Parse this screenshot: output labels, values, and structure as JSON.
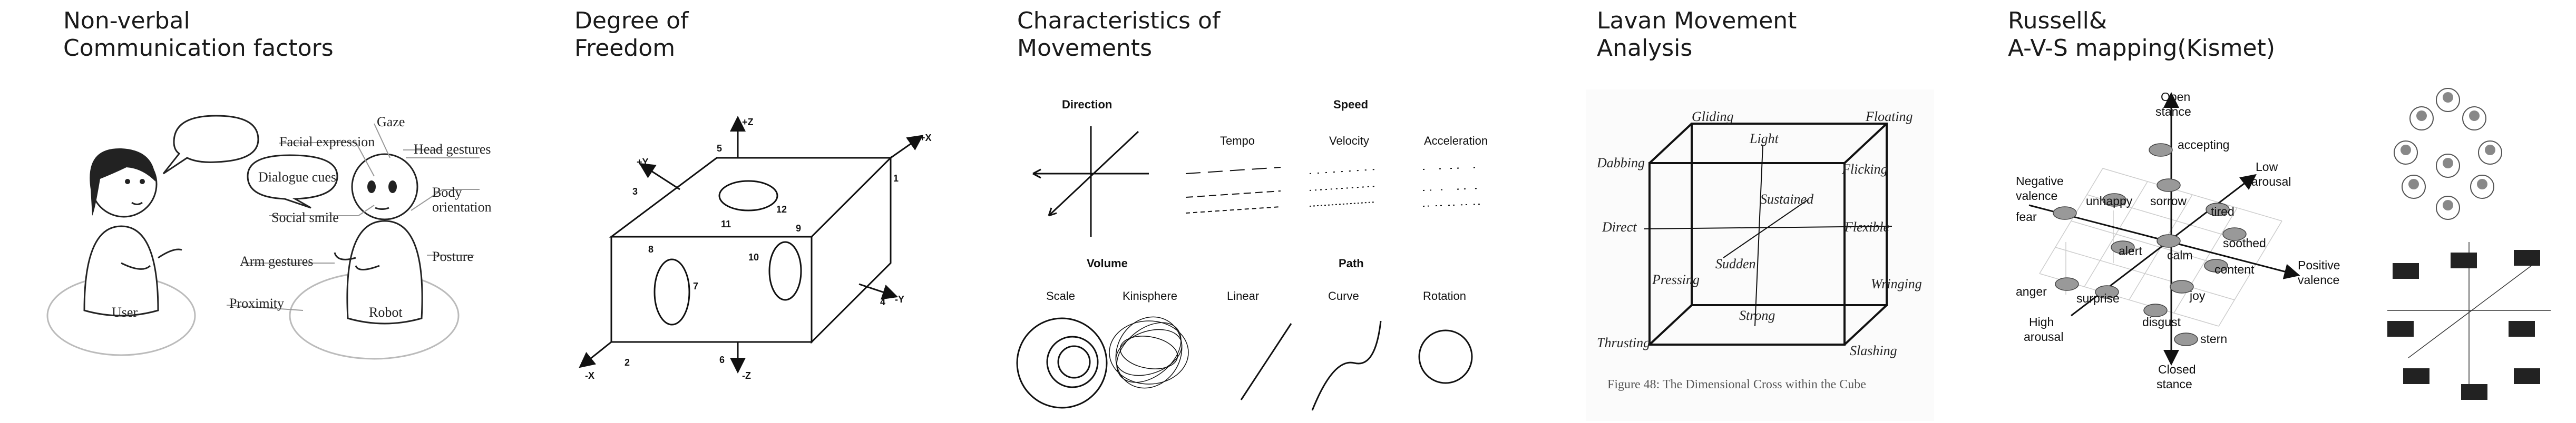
{
  "panels": {
    "nonverbal": {
      "title_line1": "Non-verbal",
      "title_line2": "Communication factors",
      "labels": {
        "gaze": "Gaze",
        "facial": "Facial expression",
        "head": "Head gestures",
        "dialogue": "Dialogue cues",
        "body1": "Body",
        "body2": "orientation",
        "smile": "Social smile",
        "posture": "Posture",
        "arm": "Arm gestures",
        "proximity": "Proximity",
        "user": "User",
        "robot": "Robot"
      }
    },
    "dof": {
      "title_line1": "Degree of",
      "title_line2": "Freedom",
      "labels": {
        "pz": "+Z",
        "nz": "-Z",
        "px": "+X",
        "nx": "-X",
        "py": "+Y",
        "ny": "-Y",
        "n1": "1",
        "n2": "2",
        "n3": "3",
        "n4": "4",
        "n5": "5",
        "n6": "6",
        "n7": "7",
        "n8": "8",
        "n9": "9",
        "n10": "10",
        "n11": "11",
        "n12": "12"
      }
    },
    "movements": {
      "title_line1": "Characteristics of",
      "title_line2": "Movements",
      "labels": {
        "direction": "Direction",
        "speed": "Speed",
        "tempo": "Tempo",
        "velocity": "Velocity",
        "acceleration": "Acceleration",
        "volume": "Volume",
        "path": "Path",
        "scale": "Scale",
        "kinisphere": "Kinisphere",
        "linear": "Linear",
        "curve": "Curve",
        "rotation": "Rotation"
      }
    },
    "laban": {
      "title_line1": "Lavan Movement",
      "title_line2": "Analysis",
      "labels": {
        "gliding": "Gliding",
        "floating": "Floating",
        "light": "Light",
        "dabbing": "Dabbing",
        "flicking": "Flicking",
        "sustained": "Sustained",
        "direct": "Direct",
        "flexible": "Flexible",
        "sudden": "Sudden",
        "pressing": "Pressing",
        "wringing": "Wringing",
        "strong": "Strong",
        "thrusting": "Thrusting",
        "slashing": "Slashing",
        "caption": "Figure 48: The Dimensional Cross within the Cube"
      }
    },
    "russell": {
      "title_line1": "Russell&",
      "title_line2": "A-V-S mapping(Kismet)",
      "labels": {
        "open1": "Open",
        "open2": "stance",
        "accepting": "accepting",
        "low1": "Low",
        "low2": "arousal",
        "neg1": "Negative",
        "neg2": "valence",
        "unhappy": "unhappy",
        "sorrow": "sorrow",
        "tired": "tired",
        "fear": "fear",
        "soothed": "soothed",
        "alert": "alert",
        "calm": "calm",
        "content": "content",
        "pos1": "Positive",
        "pos2": "valence",
        "anger": "anger",
        "surprise": "surprise",
        "joy": "joy",
        "high1": "High",
        "high2": "arousal",
        "disgust": "disgust",
        "stern": "stern",
        "closed1": "Closed",
        "closed2": "stance"
      }
    }
  }
}
